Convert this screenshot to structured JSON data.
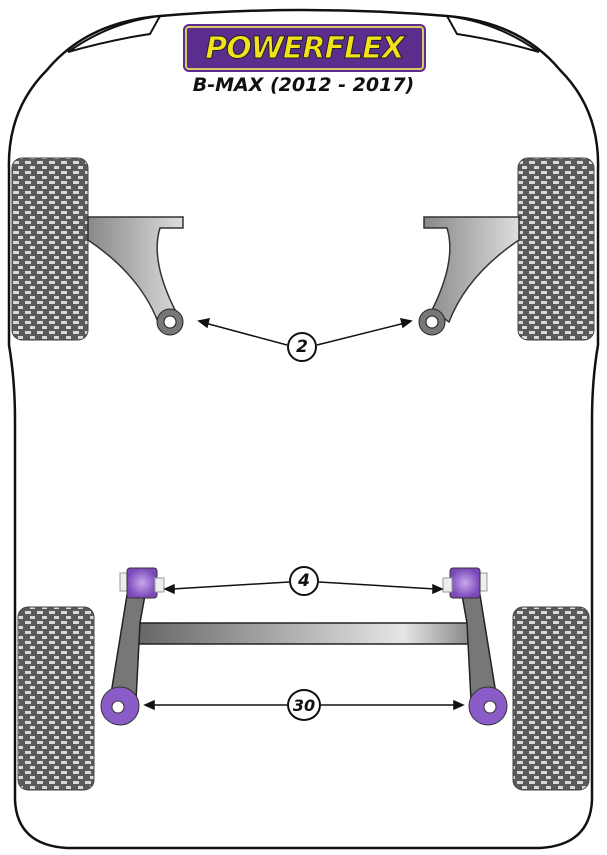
{
  "brand": {
    "logo_text": "POWERFLEX",
    "logo_color": "#f2e21c",
    "logo_bg": "#5b2d8c"
  },
  "model_title": "B-MAX (2012 - 2017)",
  "callouts": [
    {
      "id": "front-lower-arm-rear-bush",
      "label": "2"
    },
    {
      "id": "rear-beam-mount-bush",
      "label": "4"
    },
    {
      "id": "rear-beam-hub-bush",
      "label": "30"
    }
  ],
  "colors": {
    "bushing": "#8a5cc7",
    "arm": "#9a9a9a",
    "tire": "#666666"
  }
}
